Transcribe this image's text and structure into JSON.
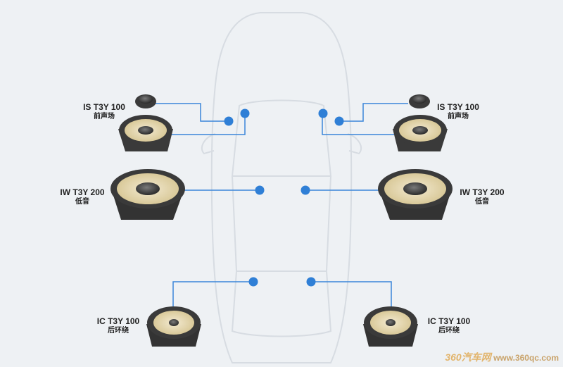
{
  "speakers": {
    "front_left": {
      "model": "IS T3Y 100",
      "role": "前声场"
    },
    "front_right": {
      "model": "IS T3Y 100",
      "role": "前声场"
    },
    "mid_left": {
      "model": "IW T3Y 200",
      "role": "低音"
    },
    "mid_right": {
      "model": "IW T3Y 200",
      "role": "低音"
    },
    "rear_left": {
      "model": "IC T3Y 100",
      "role": "后环绕"
    },
    "rear_right": {
      "model": "IC T3Y 100",
      "role": "后环绕"
    }
  },
  "watermark": {
    "brand": "360汽车网",
    "url": "www.360qc.com"
  },
  "colors": {
    "background": "#eef1f4",
    "callout_line": "#3a86d9",
    "callout_dot": "#2f7fd6",
    "car_outline": "#d7dce2",
    "speaker_cone": "#e8dcb7",
    "speaker_frame": "#3a3a3a"
  }
}
